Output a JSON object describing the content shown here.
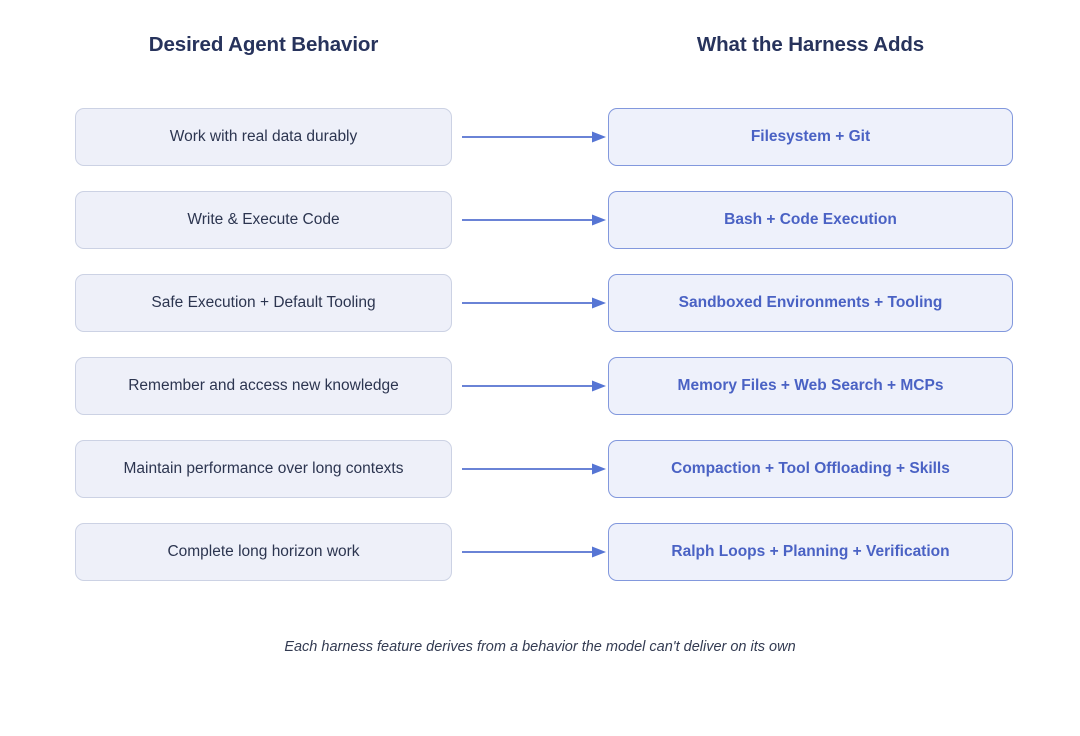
{
  "diagram": {
    "headers": {
      "left": "Desired Agent Behavior",
      "right": "What the Harness Adds"
    },
    "rows": [
      {
        "behavior": "Work with real data durably",
        "harness": "Filesystem + Git"
      },
      {
        "behavior": "Write & Execute Code",
        "harness": "Bash + Code Execution"
      },
      {
        "behavior": "Safe Execution + Default Tooling",
        "harness": "Sandboxed Environments + Tooling"
      },
      {
        "behavior": "Remember and access new knowledge",
        "harness": "Memory Files + Web Search + MCPs"
      },
      {
        "behavior": "Maintain performance over long contexts",
        "harness": "Compaction + Tool Offloading + Skills"
      },
      {
        "behavior": "Complete long horizon work",
        "harness": "Ralph Loops + Planning + Verification"
      }
    ],
    "caption": "Each harness feature derives from a behavior the model can't deliver on its own",
    "colors": {
      "background": "#ffffff",
      "header_text": "#27335c",
      "behavior_fill": "#eef0f9",
      "behavior_border": "#ccd2e4",
      "behavior_text": "#2c3550",
      "harness_fill": "#eef1fb",
      "harness_border": "#8298dd",
      "harness_text": "#4a62c4",
      "arrow": "#6a83d6",
      "caption_text": "#333b52"
    }
  }
}
